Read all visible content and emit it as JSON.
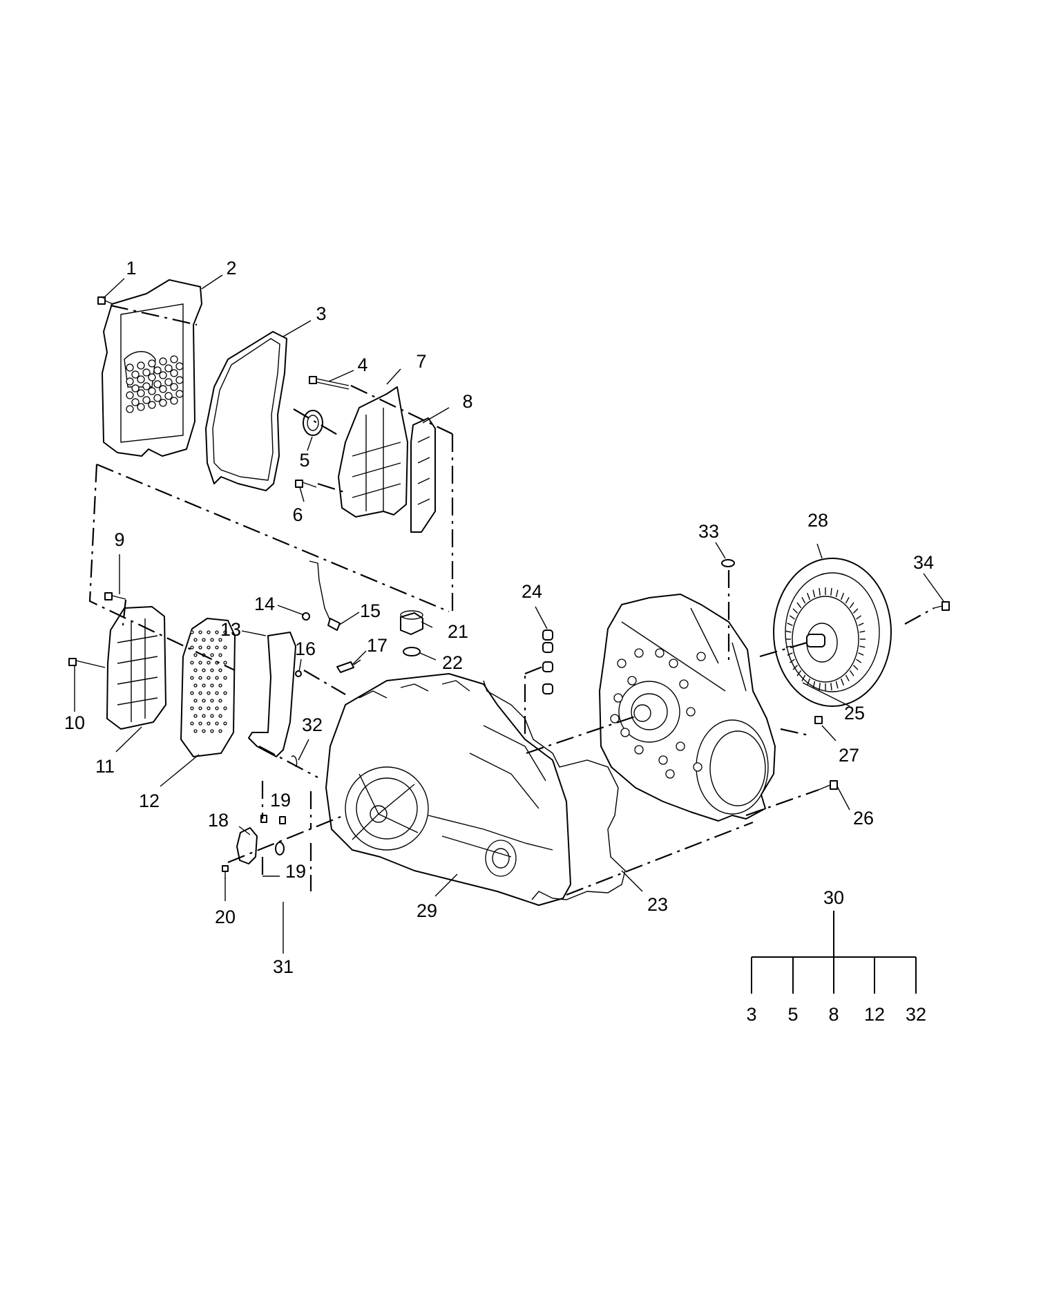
{
  "diagram": {
    "callouts": [
      "1",
      "2",
      "3",
      "4",
      "5",
      "6",
      "7",
      "8",
      "9",
      "10",
      "11",
      "12",
      "13",
      "14",
      "15",
      "16",
      "17",
      "18",
      "19",
      "19",
      "20",
      "21",
      "22",
      "23",
      "24",
      "25",
      "26",
      "27",
      "28",
      "29",
      "31",
      "32",
      "33",
      "34"
    ],
    "kit": {
      "parent": "30",
      "children": [
        "3",
        "5",
        "8",
        "12",
        "32"
      ]
    }
  }
}
